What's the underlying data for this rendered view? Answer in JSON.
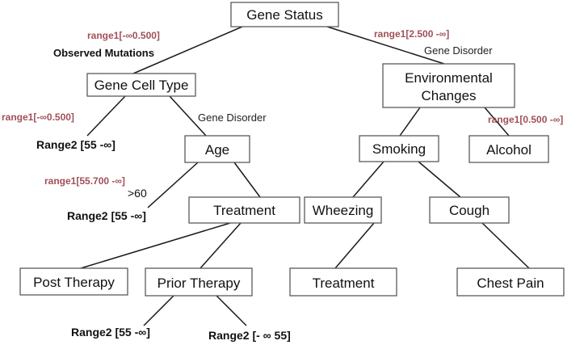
{
  "nodes": {
    "gene_status": "Gene Status",
    "gene_cell_type": "Gene Cell Type",
    "environmental_changes_1": "Environmental",
    "environmental_changes_2": "Changes",
    "age": "Age",
    "smoking": "Smoking",
    "alcohol": "Alcohol",
    "treatment_mid": "Treatment",
    "wheezing": "Wheezing",
    "cough": "Cough",
    "post_therapy": "Post Therapy",
    "prior_therapy": "Prior Therapy",
    "treatment_low": "Treatment",
    "chest_pain": "Chest Pain"
  },
  "labels": {
    "range1_root_left": "range1[-∞0.500]",
    "observed_mutations": "Observed Mutations",
    "range1_root_right": "range1[2.500 -∞]",
    "gene_disorder_right": "Gene Disorder",
    "range1_gct_left": "range1[-∞0.500]",
    "gene_disorder_gct": "Gene Disorder",
    "range2_gct_leaf": "Range2  [55  -∞]",
    "range1_env_right": "range1[0.500 -∞]",
    "range1_age": "range1[55.700 -∞]",
    "gt60": ">60",
    "range2_age_leaf": "Range2 [55 -∞]",
    "range2_prior_left": "Range2 [55 -∞]",
    "range2_prior_right": "Range2 [- ∞ 55]"
  }
}
